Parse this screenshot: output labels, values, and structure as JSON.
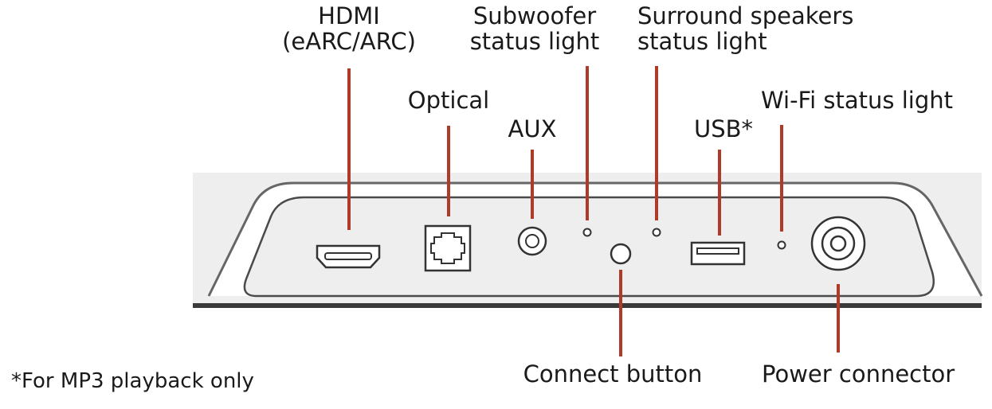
{
  "labels": {
    "hdmi_line1": "HDMI",
    "hdmi_line2": "(eARC/ARC)",
    "optical": "Optical",
    "aux": "AUX",
    "subwoofer_line1": "Subwoofer",
    "subwoofer_line2": "status light",
    "surround_line1": "Surround speakers",
    "surround_line2": "status light",
    "usb": "USB*",
    "wifi": "Wi-Fi status light",
    "connect": "Connect button",
    "power": "Power connector"
  },
  "footnote": "*For MP3 playback only",
  "colors": {
    "leader_line": "#b03a28",
    "panel_fill": "#eeeeee",
    "outline": "#555555",
    "text": "#1a1a1a"
  }
}
